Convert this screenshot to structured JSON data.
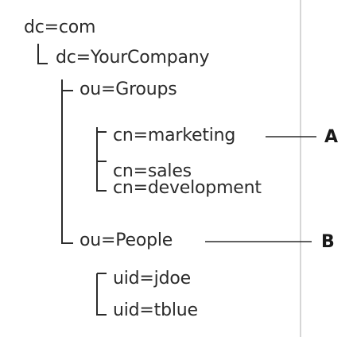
{
  "tree": {
    "root": "dc=com",
    "company": "dc=YourCompany",
    "groups": {
      "label": "ou=Groups",
      "children": [
        "cn=marketing",
        "cn=sales",
        "cn=development"
      ]
    },
    "people": {
      "label": "ou=People",
      "children": [
        "uid=jdoe",
        "uid=tblue"
      ]
    }
  },
  "markers": {
    "a": "A",
    "b": "B"
  },
  "colors": {
    "text": "#2b2b2b",
    "lines": "#2b2b2b",
    "divider": "#c8c8c8"
  }
}
